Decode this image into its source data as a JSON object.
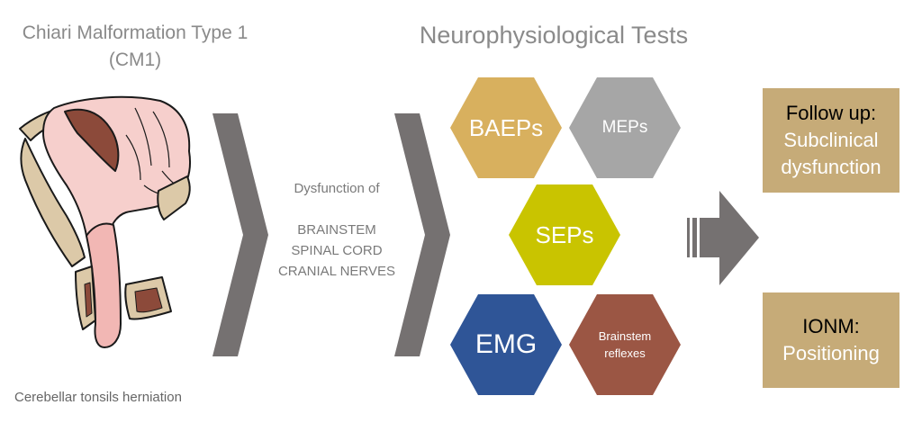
{
  "left": {
    "title_line1": "Chiari Malformation Type 1",
    "title_line2": "(CM1)",
    "caption": "Cerebellar tonsils herniation"
  },
  "dysfunction": {
    "heading": "Dysfunction of",
    "items": [
      "BRAINSTEM",
      "SPINAL CORD",
      "CRANIAL NERVES"
    ]
  },
  "tests": {
    "title": "Neurophysiological Tests",
    "hexagons": [
      {
        "label": "BAEPs",
        "color": "#d8b05e"
      },
      {
        "label": "MEPs",
        "color": "#a6a6a6"
      },
      {
        "label": "SEPs",
        "color": "#c9c400"
      },
      {
        "label": "EMG",
        "color": "#2f5597"
      },
      {
        "label_line1": "Brainstem",
        "label_line2": "reflexes",
        "color": "#9b5644"
      }
    ]
  },
  "outcomes": {
    "follow_up": {
      "title": "Follow up:",
      "line1": "Subclinical",
      "line2": "dysfunction"
    },
    "ionm": {
      "title": "IONM:",
      "line1": "Positioning"
    },
    "box_color": "#c6ab78"
  },
  "colors": {
    "chevron": "#757171",
    "arrow": "#757171"
  }
}
